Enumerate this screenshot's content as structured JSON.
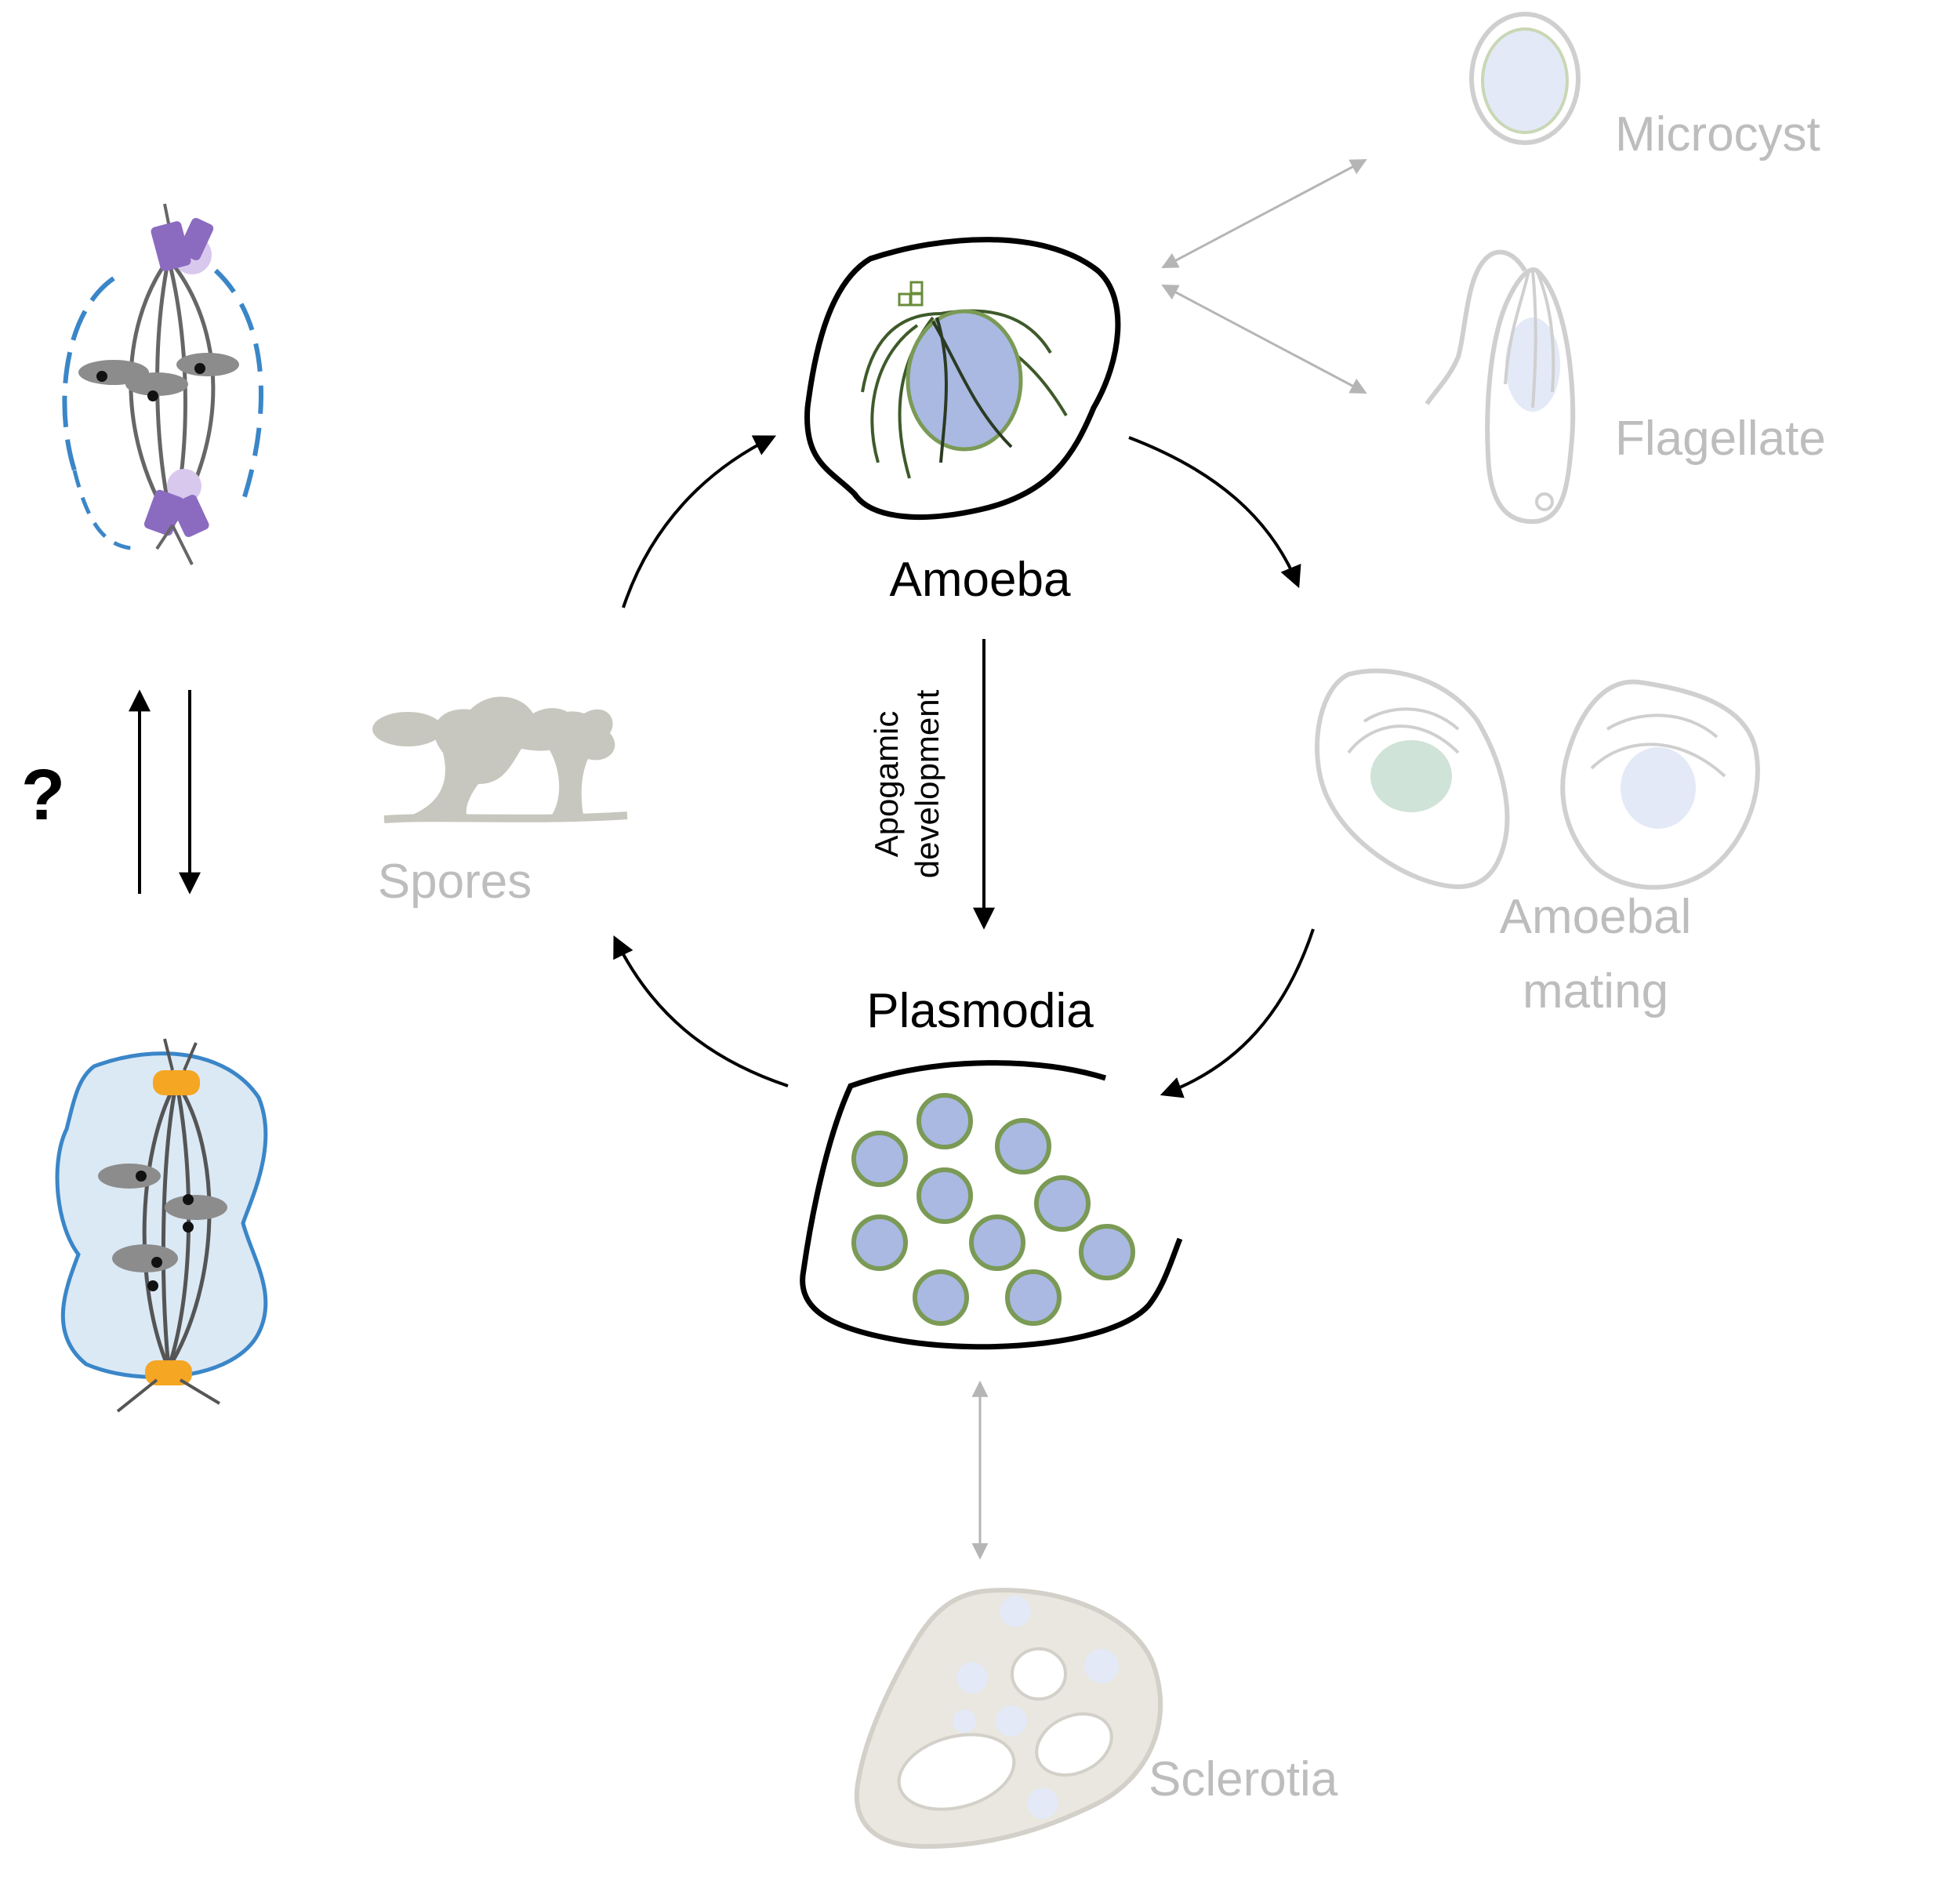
{
  "labels": {
    "amoeba": "Amoeba",
    "plasmodia": "Plasmodia",
    "spores": "Spores",
    "microcyst": "Microcyst",
    "flagellate": "Flagellate",
    "amoebal_mating_line1": "Amoebal",
    "amoebal_mating_line2": "mating",
    "sclerotia": "Sclerotia",
    "apogamic_line1": "Apogamic",
    "apogamic_line2": "development",
    "question": "?"
  },
  "colors": {
    "nucleus": "#a9b9e2",
    "nucleus_border": "#7a9a55",
    "faded": "#bdbdbd",
    "spindle_pole_purple": "#8b6bbf",
    "spindle_pole_orange": "#f5a623",
    "envelope_blue": "#3a86c8",
    "sclerotia_fill": "#e9e7df"
  }
}
